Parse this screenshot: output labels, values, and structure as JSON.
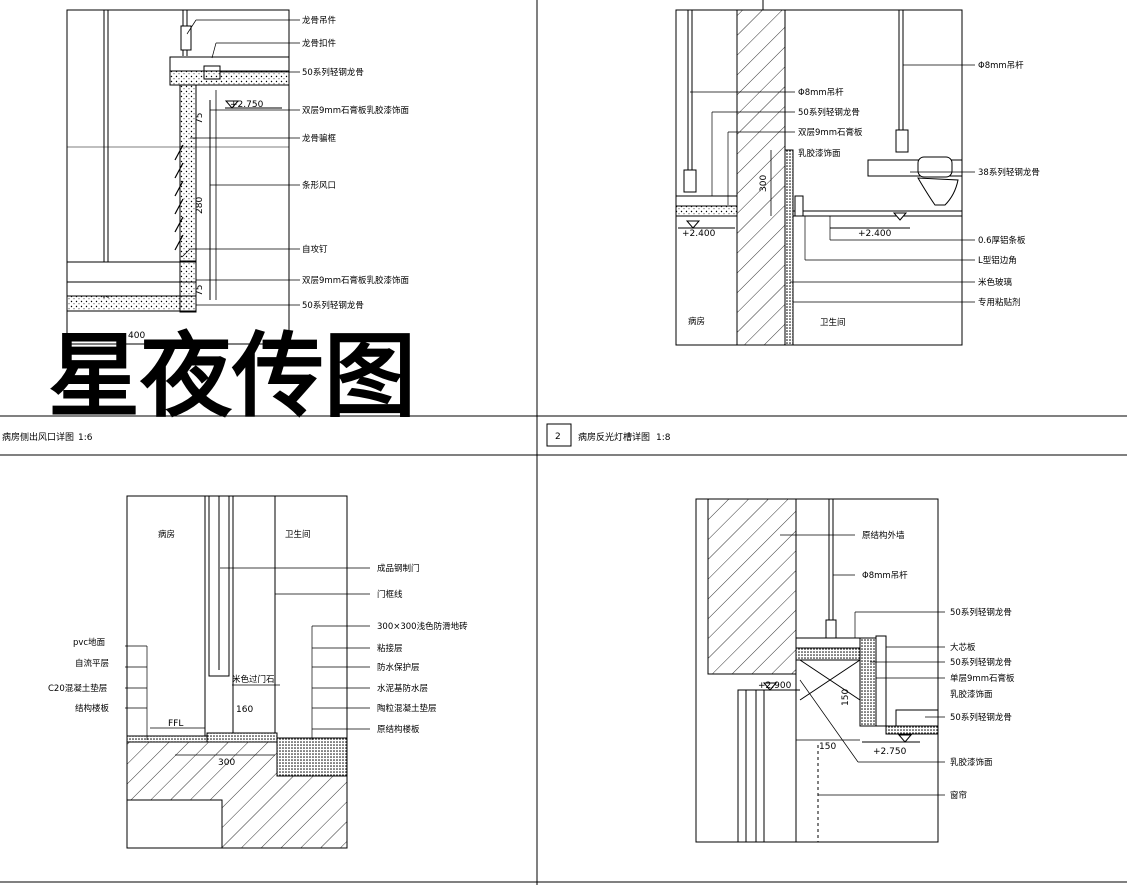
{
  "watermark": "星夜传图",
  "panel1": {
    "title": "病房侧出风口详图",
    "scale": "1:6",
    "labels": [
      "龙骨吊件",
      "龙骨扣件",
      "50系列轻钢龙骨",
      "双层9mm石膏板乳胶漆饰面",
      "龙骨骗框",
      "条形风口",
      "自攻钉",
      "双层9mm石膏板乳胶漆饰面",
      "50系列轻钢龙骨"
    ],
    "level_top": "+2.750",
    "level_bottom": "400",
    "dims": [
      "75",
      "280",
      "75"
    ]
  },
  "panel2": {
    "number": "2",
    "title": "病房反光灯槽详图",
    "scale": "1:8",
    "labels": [
      "Φ8mm吊杆",
      "Φ8mm吊杆",
      "50系列轻钢龙骨",
      "双层9mm石膏板",
      "乳胶漆饰面",
      "38系列轻钢龙骨",
      "0.6厚铝条板",
      "L型铝边角",
      "米色玻璃",
      "专用粘贴剂"
    ],
    "levels": [
      "+2.400",
      "+2.400"
    ],
    "dim": "300",
    "room_left": "病房",
    "room_right": "卫生间"
  },
  "panel3": {
    "room_left": "病房",
    "room_right": "卫生间",
    "labels_right": [
      "成品钢制门",
      "门框线",
      "300×300浅色防滑地砖",
      "粘接层",
      "防水保护层",
      "水泥基防水层",
      "陶粒混凝土垫层",
      "原结构楼板"
    ],
    "labels_left": [
      "pvc地面",
      "自流平层",
      "C20混凝土垫层",
      "结构楼板"
    ],
    "threshold": "米色过门石",
    "ffl": "FFL",
    "dims": [
      "160",
      "300"
    ]
  },
  "panel4": {
    "labels": [
      "原结构外墙",
      "Φ8mm吊杆",
      "50系列轻钢龙骨",
      "大芯板",
      "50系列轻钢龙骨",
      "单层9mm石膏板",
      "乳胶漆饰面",
      "50系列轻钢龙骨",
      "乳胶漆饰面",
      "窗帘"
    ],
    "levels": [
      "+2.900",
      "+2.750"
    ],
    "dims": [
      "150",
      "150"
    ]
  }
}
